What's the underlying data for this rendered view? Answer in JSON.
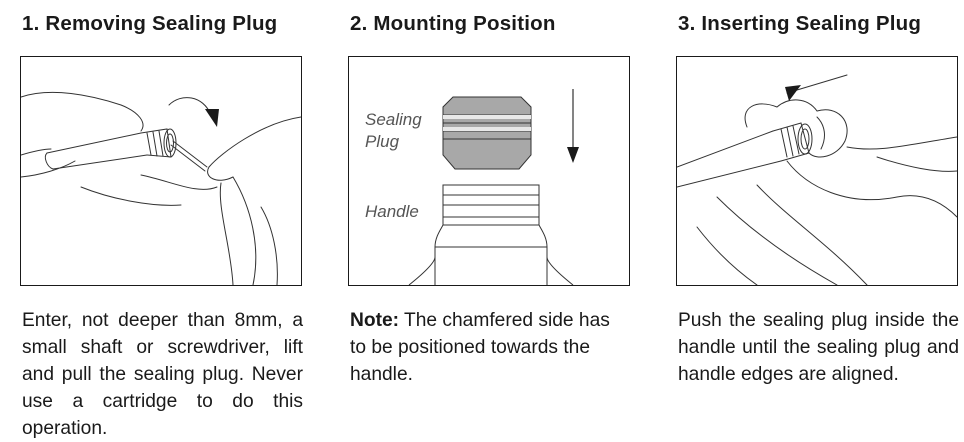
{
  "steps": [
    {
      "heading": "1. Removing Sealing Plug",
      "description": "Enter, not deeper than 8mm, a small shaft or screwdriver, lift and pull the sealing plug. Never use a cartridge to do this operation."
    },
    {
      "heading": "2. Mounting Position",
      "note_label": "Note:",
      "description": " The chamfered side has to be positioned towards the handle.",
      "labels": {
        "plug": "Sealing Plug",
        "plug_line1": "Sealing",
        "plug_line2": "Plug",
        "handle": "Handle"
      }
    },
    {
      "heading": "3. Inserting Sealing Plug",
      "description": "Push the sealing plug inside the handle until the sealing plug and handle edges are aligned."
    }
  ],
  "colors": {
    "text": "#1a1a1a",
    "plug_fill": "#a8a8a8",
    "label": "#555555"
  }
}
